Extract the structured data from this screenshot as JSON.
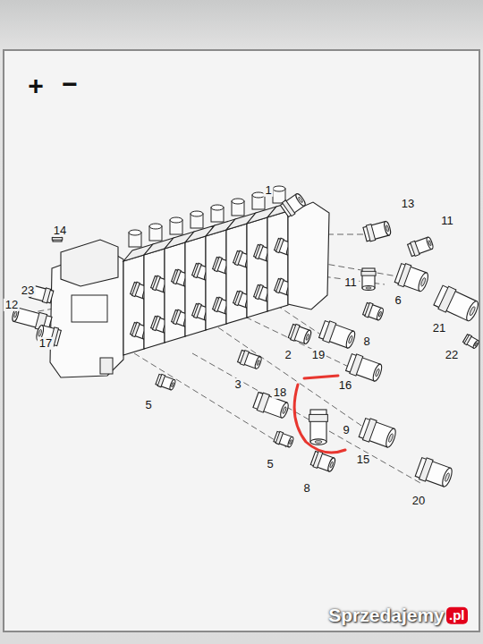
{
  "diagram": {
    "labels": [
      "+",
      "−",
      "1",
      "13",
      "11",
      "14",
      "23",
      "11",
      "6",
      "12",
      "21",
      "17",
      "8",
      "2",
      "19",
      "22",
      "16",
      "3",
      "18",
      "5",
      "9",
      "15",
      "5",
      "8",
      "20",
      "Sprzedajemy",
      ".pl"
    ]
  }
}
